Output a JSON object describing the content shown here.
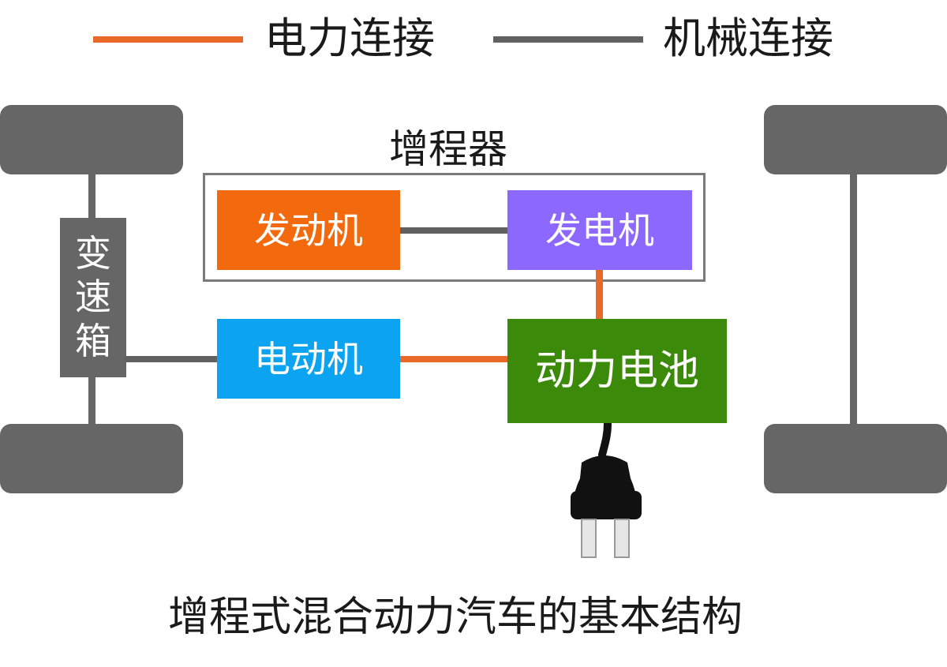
{
  "legend": {
    "electrical": {
      "label": "电力连接",
      "color": "#e8692a"
    },
    "mechanical": {
      "label": "机械连接",
      "color": "#616161"
    }
  },
  "range_extender": {
    "label": "增程器"
  },
  "components": {
    "engine": {
      "label": "发动机",
      "color": "#f26a0d"
    },
    "generator": {
      "label": "发电机",
      "color": "#8c68ff"
    },
    "electric_motor": {
      "label": "电动机",
      "color": "#0ca3f0"
    },
    "battery": {
      "label": "动力电池",
      "color": "#3c8a0a"
    },
    "gearbox": {
      "label_chars": [
        "变",
        "速",
        "箱"
      ],
      "color": "#666666"
    }
  },
  "icons": {
    "plug": "power-plug-icon"
  },
  "caption": "增程式混合动力汽车的基本结构"
}
